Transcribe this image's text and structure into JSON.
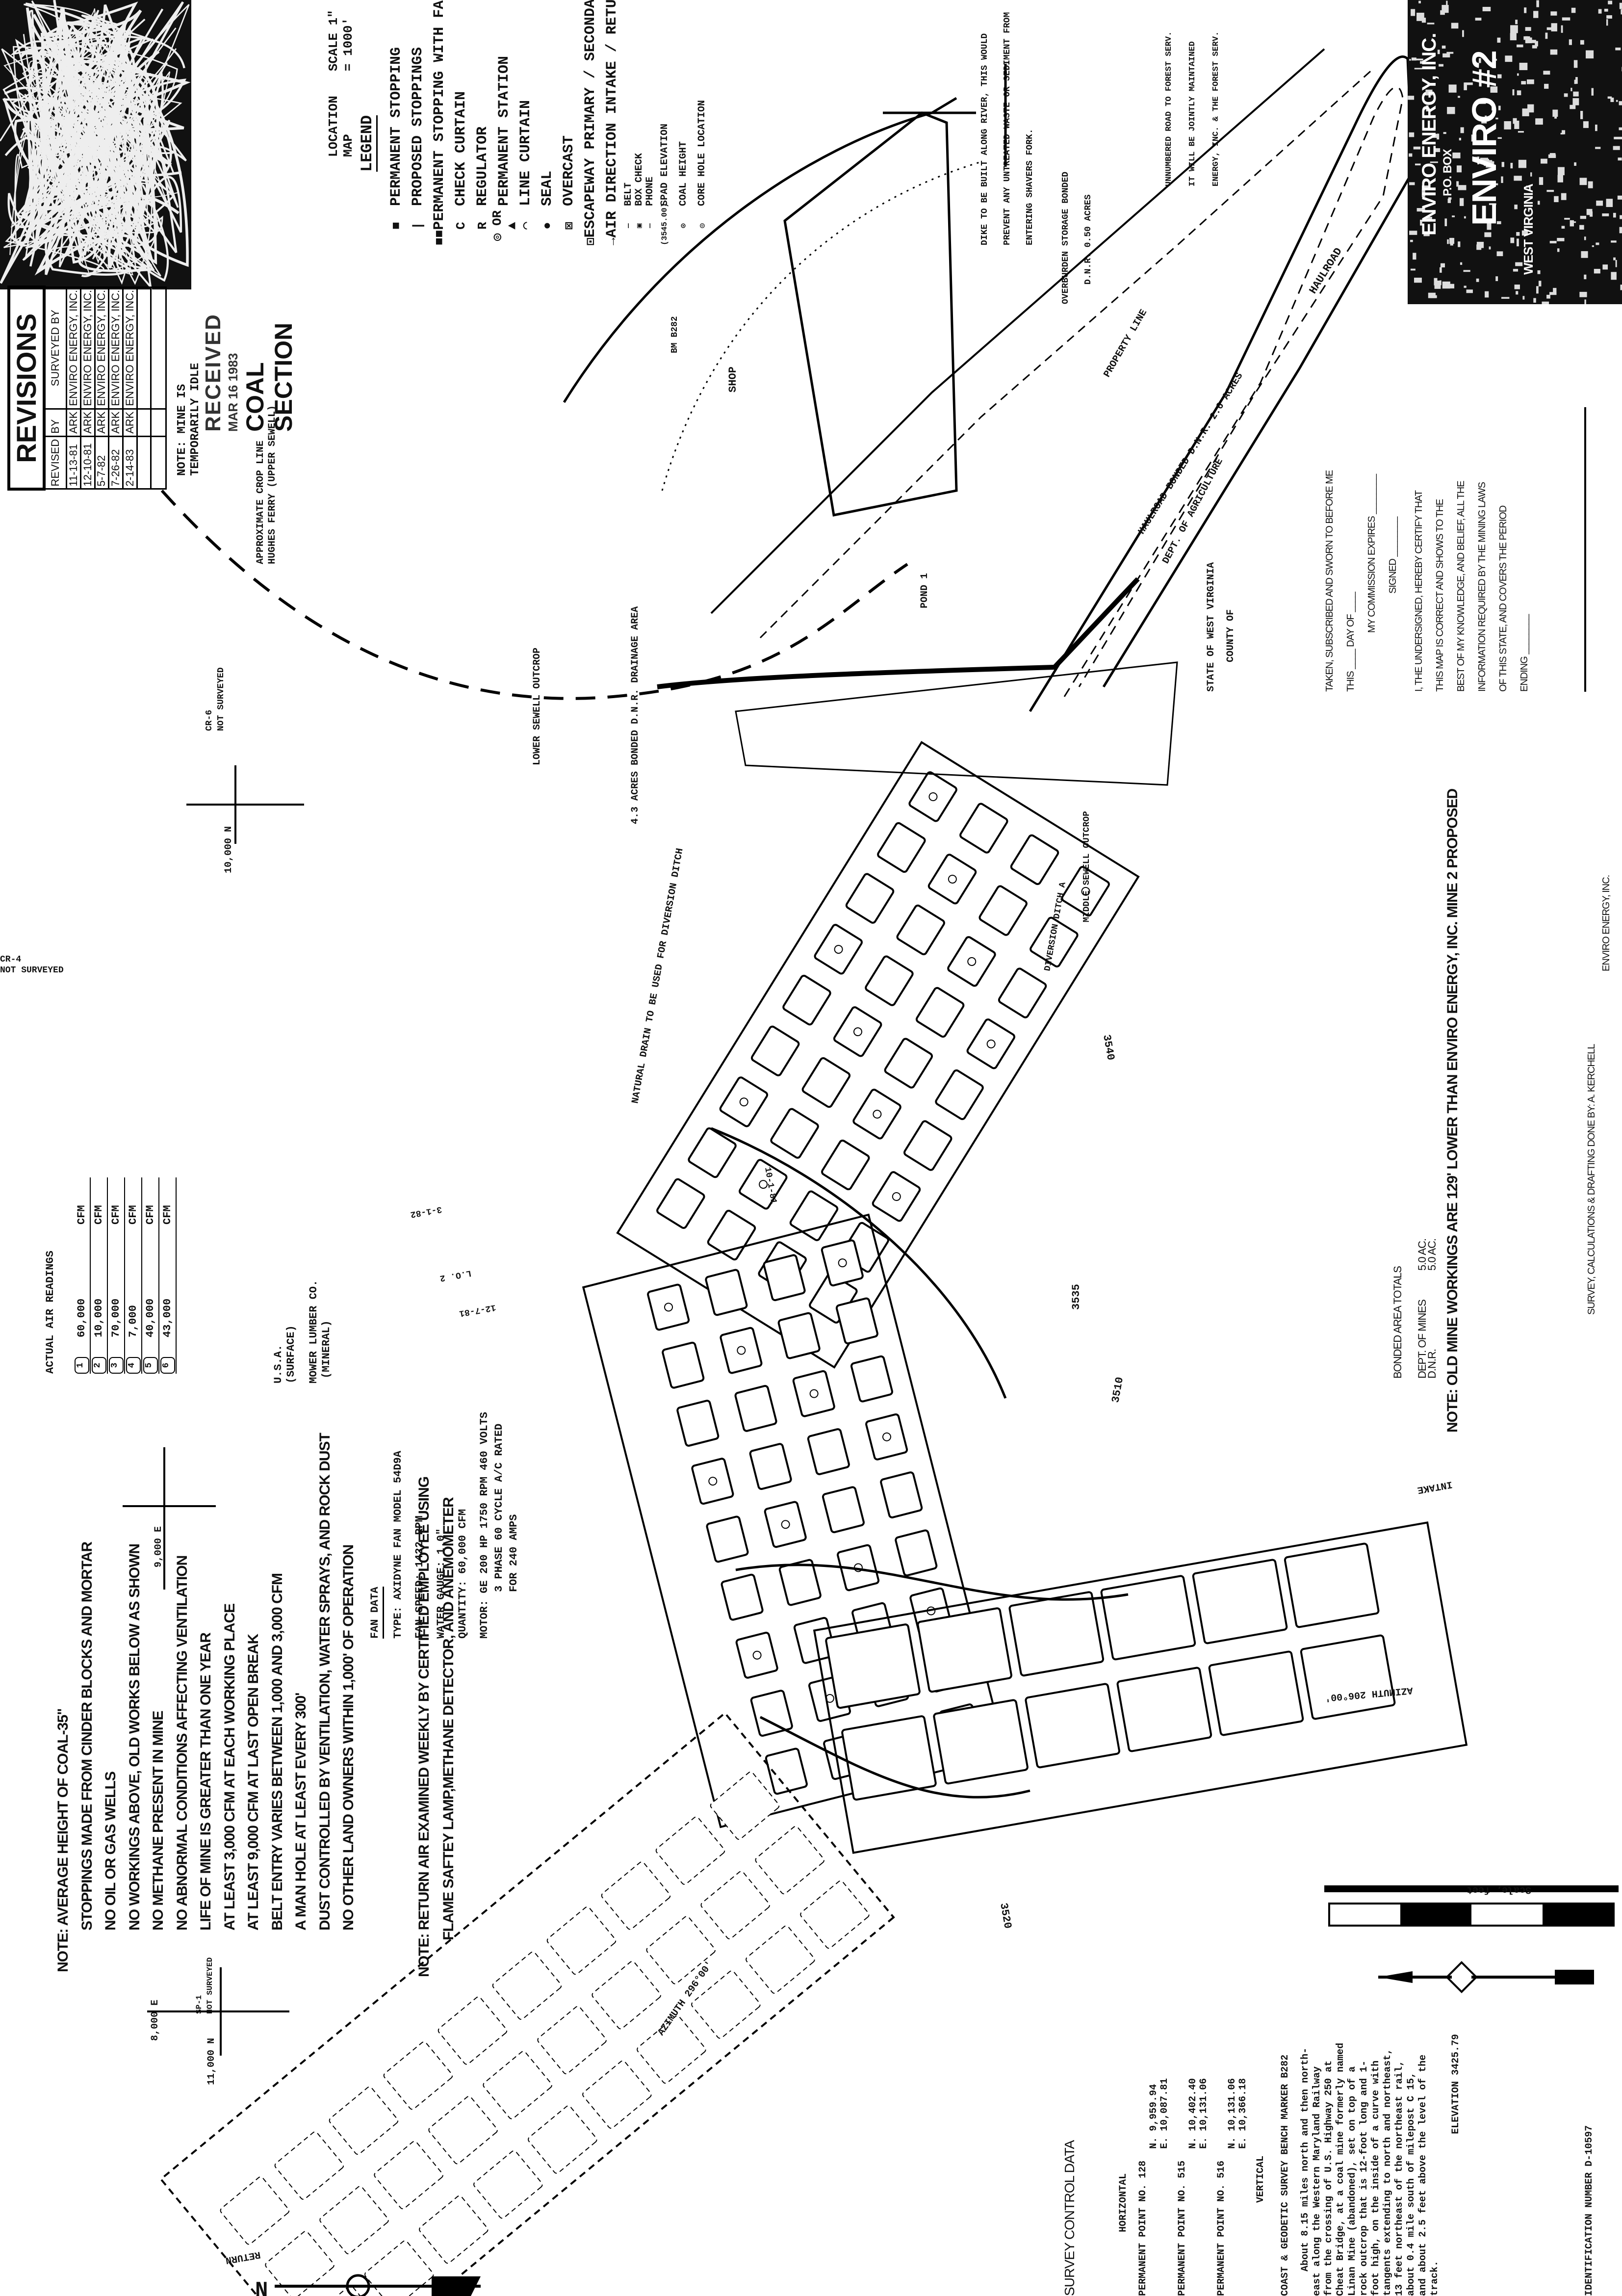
{
  "location_map": {
    "title": "LOCATION MAP",
    "scale": "SCALE 1\" = 1000'"
  },
  "legend": {
    "title": "LEGEND",
    "items": [
      {
        "symbol": "■",
        "label": "PERMANENT STOPPING"
      },
      {
        "symbol": "|",
        "label": "PROPOSED STOPPINGS"
      },
      {
        "symbol": "■■",
        "label": "PERMANENT STOPPING WITH FAN"
      },
      {
        "symbol": "C",
        "label": "CHECK CURTAIN"
      },
      {
        "symbol": "R",
        "label": "REGULATOR"
      },
      {
        "symbol": "◎ OR ▲",
        "label": "PERMANENT STATION"
      },
      {
        "symbol": "⌒",
        "label": "LINE CURTAIN"
      },
      {
        "symbol": "●",
        "label": "SEAL"
      },
      {
        "symbol": "⊠",
        "label": "OVERCAST"
      },
      {
        "symbol": "⊡",
        "label": "ESCAPEWAY PRIMARY / SECONDARY"
      },
      {
        "symbol": "→",
        "label": "AIR DIRECTION INTAKE / RETURN"
      },
      {
        "symbol": "—",
        "label": "BELT"
      },
      {
        "symbol": "▣",
        "label": "BOX CHECK"
      },
      {
        "symbol": "—",
        "label": "PHONE"
      },
      {
        "symbol": "(3545.00)",
        "label": "SPAD ELEVATION"
      },
      {
        "symbol": "⊙",
        "label": "COAL HEIGHT"
      },
      {
        "symbol": "◎",
        "label": "CORE HOLE LOCATION"
      }
    ]
  },
  "revisions": {
    "title": "REVISIONS",
    "headers": [
      "REVISED",
      "BY",
      "SURVEYED BY"
    ],
    "rows": [
      [
        "11-13-81",
        "ARK",
        "ENVIRO ENERGY, INC."
      ],
      [
        "12-10-81",
        "ARK",
        "ENVIRO ENERGY, INC."
      ],
      [
        "5-7-82",
        "ARK",
        "ENVIRO ENERGY, INC."
      ],
      [
        "7-26-82",
        "ARK",
        "ENVIRO ENERGY, INC."
      ],
      [
        "2-14-83",
        "ARK",
        "ENVIRO ENERGY, INC."
      ]
    ]
  },
  "idle_note": "NOTE:   MINE IS TEMPORARILY IDLE",
  "stamp": {
    "line1": "RECEIVED",
    "line2": "MAR 16 1983",
    "line3": "COAL SECTION"
  },
  "crop_line": {
    "line1": "APPROXIMATE CROP LINE",
    "line2": "HUGHES FERRY (UPPER SEWELL)"
  },
  "core_holes": [
    {
      "id": "CR-6",
      "status": "NOT SURVEYED"
    },
    {
      "id": "CR-4",
      "status": "NOT SURVEYED"
    },
    {
      "id": "SP-1",
      "status": "NOT SURVEYED"
    }
  ],
  "grid_ticks": {
    "n10000": "10,000 N",
    "e9000": "9,000 E",
    "n11000": "11,000 N",
    "e8000": "8,000 E"
  },
  "air_readings": {
    "title": "ACTUAL AIR READINGS",
    "unit": "CFM",
    "rows": [
      {
        "num": "1",
        "value": "60,000"
      },
      {
        "num": "2",
        "value": "10,000"
      },
      {
        "num": "3",
        "value": "70,000"
      },
      {
        "num": "4",
        "value": "7,000"
      },
      {
        "num": "5",
        "value": "40,000"
      },
      {
        "num": "6",
        "value": "43,000"
      }
    ]
  },
  "owners": {
    "usa": "U.S.A.",
    "usa_sub": "(SURFACE)",
    "mower": "MOWER LUMBER CO.",
    "mower_sub": "(MINERAL)"
  },
  "fan_data": {
    "title": "FAN DATA",
    "type": "TYPE:  AXIDYNE FAN MODEL 54D9A",
    "speed": "FAN SPEED:  1422 RPM",
    "gauge": "WATER GAUGE:  1.0\"",
    "quantity": "QUANTITY:  60,000 CFM",
    "motor1": "MOTOR:  GE 200 HP 1750 RPM 460 VOLTS",
    "motor2": "3 PHASE 60 CYCLE A/C RATED",
    "motor3": "FOR 240 AMPS"
  },
  "notes": [
    "NOTE:  AVERAGE  HEIGHT OF COAL-35\"",
    "STOPPINGS MADE FROM CINDER BLOCKS AND MORTAR",
    "NO OIL OR GAS WELLS",
    "NO WORKINGS ABOVE, OLD WORKS BELOW AS SHOWN",
    "NO METHANE PRESENT IN MINE",
    "NO ABNORMAL CONDITIONS AFFECTING VENTILATION",
    "LIFE OF MINE IS GREATER THAN ONE YEAR",
    "AT LEAST 3,000 CFM AT EACH WORKING PLACE",
    "AT LEAST 9,000 CFM AT LAST OPEN BREAK",
    "BELT ENTRY VARIES BETWEEN 1,000 AND 3,000 CFM",
    "A MAN HOLE AT LEAST EVERY 300'",
    "DUST CONTROLLED BY VENTILATION, WATER SPRAYS, AND ROCK DUST",
    "NO OTHER LAND OWNERS WITHIN 1,000' OF OPERATION"
  ],
  "return_note": [
    "NOTE: RETURN AIR EXAMINED WEEKLY BY CERTIFIED EMPLOYEE USING",
    "FLAME SAFTEY LAMP,METHANE DETECTOR, AND ANEMOMETER"
  ],
  "survey_control": {
    "title": "SURVEY CONTROL DATA",
    "horizontal": "HORIZONTAL",
    "points": [
      {
        "label": "PERMANENT POINT NO. 128",
        "n": "N.   9,959.94",
        "e": "E.  10,087.81"
      },
      {
        "label": "PERMANENT POINT NO. 515",
        "n": "N.  10,402.40",
        "e": "E.  10,131.06"
      },
      {
        "label": "PERMANENT POINT NO. 516",
        "n": "N.  10,131.06",
        "e": "E.  10,366.18"
      }
    ],
    "vertical": "VERTICAL",
    "bench_title": "COAST & GEODETIC SURVEY BENCH MARKER B282",
    "bench_text": [
      "About 8.15 miles north and then north-",
      "east along the Western Maryland Railway",
      "from the crossing of U.S. Highway 250 at",
      "Cheat Bridge, at a coal mine formerly named",
      "Linan Mine (abandoned), set on top of a",
      "rock outcrop that is 12-foot long and 1-",
      "foot high, on the inside of a curve with",
      "tangents extending to north and northeast,",
      "13 feet northeast of the northeast rail,",
      "about 0.4 mile south of milepost C 15,",
      "and about 2.5 feet above the level of the",
      "track."
    ],
    "elevation": "ELEVATION   3425.79",
    "identification": "IDENTIFICATION NUMBER D-10597"
  },
  "scale_bar": {
    "label": "Scale, feet"
  },
  "bonded": {
    "title": "BONDED AREA TOTALS",
    "rows": [
      {
        "agency": "DEPT. OF MINES",
        "area": "5.0 AC."
      },
      {
        "agency": "D.N.R.",
        "area": "5.0 AC."
      }
    ]
  },
  "old_works_note": "NOTE: OLD MINE WORKINGS ARE 129' LOWER THAN ENVIRO ENERGY, INC. MINE 2 PROPOSED",
  "credit": {
    "line1": "SURVEY, CALCULATIONS & DRAFTING DONE BY: A. KERCHELL",
    "line2": "ENVIRO ENERGY, INC."
  },
  "certification": {
    "state": "STATE OF WEST VIRGINIA",
    "county": "COUNTY OF",
    "lines": [
      "TAKEN, SUBSCRIBED AND SWORN TO BEFORE ME",
      "THIS ____ DAY OF ____",
      "MY COMMISSION EXPIRES ________",
      "SIGNED ________",
      "I, THE UNDERSIGNED, HEREBY CERTIFY THAT",
      "THIS MAP IS CORRECT AND SHOWS TO THE",
      "BEST OF MY KNOWLEDGE, AND BELIEF, ALL THE",
      "INFORMATION REQUIRED BY THE MINING LAWS",
      "OF THIS STATE, AND COVERS THE PERIOD",
      "ENDING ________"
    ]
  },
  "title_block": {
    "company": "ENVIRO ENERGY, INC.",
    "address": "P.O. BOX",
    "mine": "ENVIRO #2",
    "state": "WEST VIRGINIA"
  },
  "site_notes": {
    "dike": [
      "DIKE TO BE BUILT ALONG RIVER, THIS WOULD",
      "PREVENT ANY UNTREATED WASTE OR SEDIMENT FROM",
      "ENTERING SHAVERS FORK."
    ],
    "overburden": [
      "OVERBURDEN STORAGE BONDED",
      "D.N.R. 0.50 ACRES"
    ],
    "road": [
      "UNNUMBERED ROAD TO FOREST SERV.",
      "IT WILL BE JOINTLY MAINTAINED",
      "ENERGY, INC. & THE FOREST SERV."
    ]
  },
  "map_labels": {
    "haulroad": "HAULROAD",
    "haulroad_bonded": "HAULROAD BONDED D.N.R. 2.6 ACRES",
    "property_line": "PROPERTY LINE",
    "dept_agriculture": "DEPT. OF AGRICULTURE",
    "shop": "SHOP",
    "pond": "POND 1",
    "bm": "BM B282",
    "lower_sewell": "LOWER SEWELL OUTCROP",
    "drainage": "4.3 ACRES BONDED D.N.R. DRAINAGE AREA",
    "natural_drain": "NATURAL DRAIN TO BE USED FOR DIVERSION DITCH",
    "middle_sewell": "MIDDLE SEWELL OUTCROP",
    "diversion": "DIVERSION DITCH A",
    "intake": "INTAKE",
    "return": "RETURN",
    "azimuth1": "AZIMUTH 296°00'",
    "azimuth2": "AZIMUTH 206°00'",
    "elev1": "3540",
    "elev2": "3535",
    "elev3": "3510",
    "elev4": "3520",
    "date1": "12-7-81",
    "date2": "3-1-82",
    "date3": "10-1-81",
    "lo": "L.O. 2"
  }
}
